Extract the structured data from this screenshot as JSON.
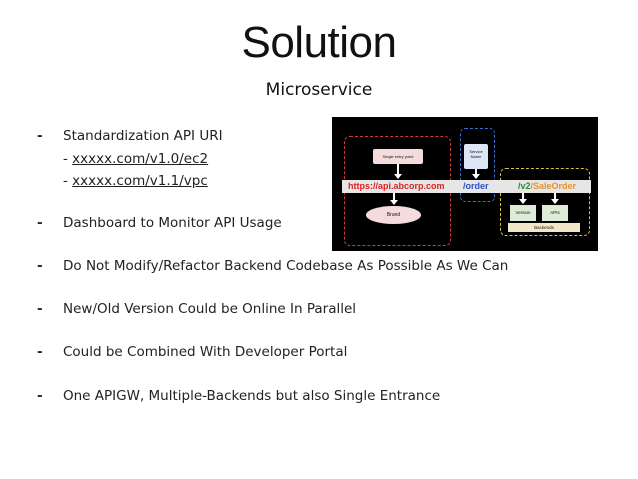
{
  "slide": {
    "title": "Solution",
    "subtitle": "Microservice"
  },
  "bullets": [
    {
      "dash": "-",
      "text": "Standardization API URI"
    },
    {
      "dash": "-",
      "text": "Dashboard to Monitor API Usage"
    },
    {
      "dash": "-",
      "text": "Do Not Modify/Refactor Backend Codebase As Possible As We Can"
    },
    {
      "dash": "-",
      "text": "New/Old Version Could be Online In Parallel"
    },
    {
      "dash": "-",
      "text": "Could be Combined With Developer Portal"
    },
    {
      "dash": "-",
      "text": "One APIGW, Multiple-Backends but also Single Entrance"
    }
  ],
  "sub_items": [
    {
      "prefix": "- ",
      "link": "xxxxx.com/v1.0/ec2"
    },
    {
      "prefix": "- ",
      "link": "xxxxx.com/v1.1/vpc"
    }
  ],
  "diagram": {
    "entry_label": "Single entry point",
    "service_label_1": "Service",
    "service_label_2": "Name",
    "url_domain": "https://api.abcorp.com",
    "url_service": "/order",
    "url_version": "/v2",
    "url_api": "/SaleOrder",
    "brand_label": "Brand",
    "version_label": "Version",
    "apis_label": "APIs",
    "backends_label": "Backends",
    "colors": {
      "domain": "#dd2222",
      "service": "#2b51c8",
      "version": "#2e8b2e",
      "api": "#e5922b"
    }
  }
}
